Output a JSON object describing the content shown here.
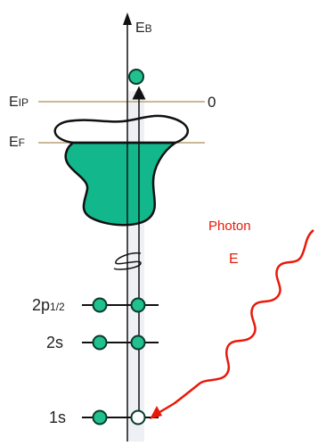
{
  "energy_axis": {
    "label_main": "E",
    "label_sub": "B"
  },
  "levels": {
    "ip": {
      "label_main": "E",
      "label_sub": "IP",
      "value_label": "0"
    },
    "fermi": {
      "label_main": "E",
      "label_sub": "F"
    },
    "orbitals": [
      {
        "label_main": "2p",
        "label_sub": "1/2"
      },
      {
        "label_main": "2s",
        "label_sub": ""
      },
      {
        "label_main": "1s",
        "label_sub": ""
      }
    ]
  },
  "photon": {
    "label": "Photon",
    "energy_label": "E"
  },
  "colors": {
    "axis": "#111111",
    "level_line": "#b8a277",
    "band_fill": "#13b78c",
    "electron": "#20c08f",
    "electron_stroke": "#0b3b2a",
    "photon": "#e8190a",
    "transition_column": "#eef0f6"
  }
}
